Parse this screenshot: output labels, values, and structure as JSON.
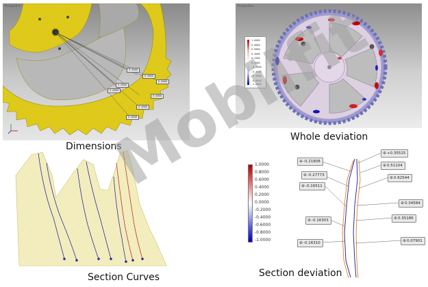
{
  "panels": {
    "dimensions": {
      "viewport_title": "Perspective",
      "caption": "Dimensions",
      "labels": [
        "0.0000",
        "0.0000",
        "0.0000",
        "0.0000",
        "0.0000",
        "0.0000",
        "0.0000",
        "0.0000"
      ]
    },
    "whole_deviation": {
      "viewport_title": "Perspective",
      "caption": "Whole deviation",
      "legend": [
        "1.0000",
        "0.8000",
        "0.6000",
        "0.4000",
        "0.2000",
        "0.0000",
        "-0.2000",
        "-0.4000",
        "-0.6000",
        "-0.8000",
        "-1.0000"
      ]
    },
    "section_curves": {
      "caption": "Section Curves"
    },
    "section_deviation": {
      "caption": "Section deviation",
      "legend": [
        "1.0000",
        "0.8000",
        "0.6000",
        "0.4000",
        "0.2000",
        "0.0000",
        "-0.2000",
        "-0.4000",
        "-0.6000",
        "-0.8000",
        "-1.0000"
      ],
      "labels_left": [
        "-0.21808",
        "-0.27773",
        "-0.16511",
        "-0.16303",
        "-0.16310"
      ],
      "labels_right": [
        "+0.35515",
        "0.51104",
        "0.62544",
        "0.34584",
        "0.35186",
        "0.07901"
      ]
    }
  },
  "watermark": "Mobilfit",
  "colors": {
    "gear_yellow": "#e6d21e",
    "deviation_red": "#c00000",
    "deviation_blue": "#0000c0"
  }
}
